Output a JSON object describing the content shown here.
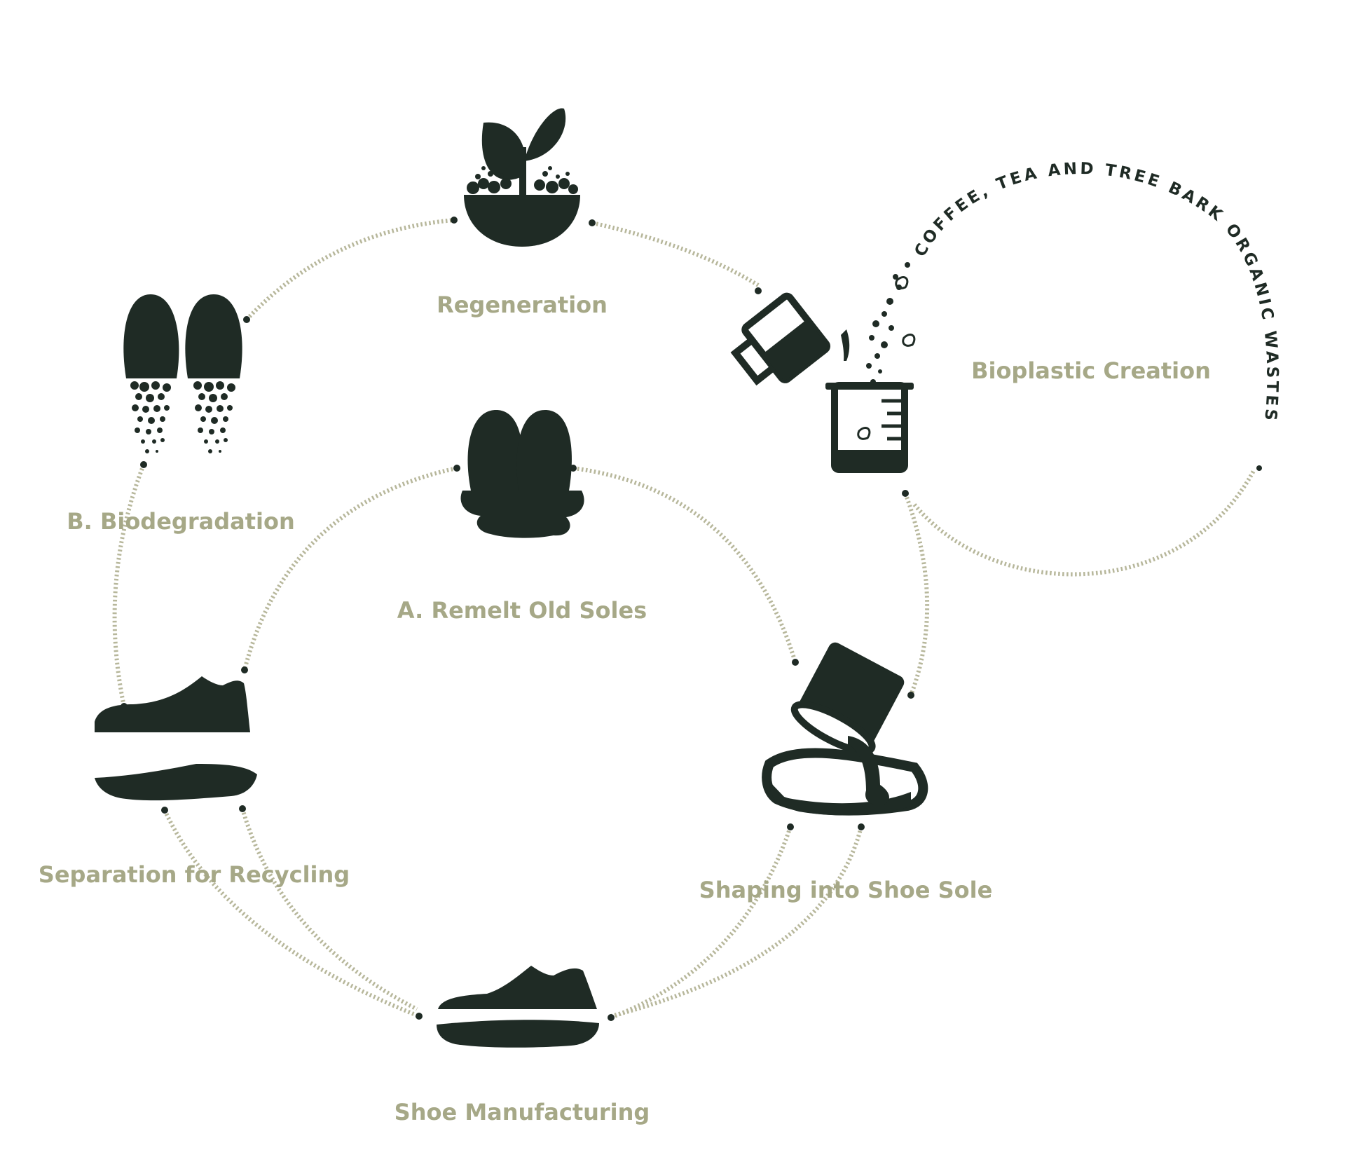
{
  "colors": {
    "ink": "#1f2b25",
    "label": "#a6a887",
    "connector": "#b7b79b",
    "background": "#ffffff"
  },
  "stages": {
    "regeneration": {
      "label": "Regeneration",
      "icon": "sprout-icon"
    },
    "bioplastic": {
      "label": "Bioplastic Creation",
      "icon": "pouring-beaker-icon"
    },
    "biodegradation": {
      "label": "B. Biodegradation",
      "icon": "dissolving-soles-icon"
    },
    "remelt": {
      "label": "A. Remelt Old Soles",
      "icon": "melting-soles-icon"
    },
    "separation": {
      "label": "Separation for Recycling",
      "icon": "separated-shoe-icon"
    },
    "shaping": {
      "label": "Shaping into Shoe Sole",
      "icon": "pouring-cup-sole-icon"
    },
    "manufacturing": {
      "label": "Shoe Manufacturing",
      "icon": "sneaker-icon"
    }
  },
  "organic_wastes_text": "COFFEE, TEA AND TREE BARK ORGANIC WASTES"
}
